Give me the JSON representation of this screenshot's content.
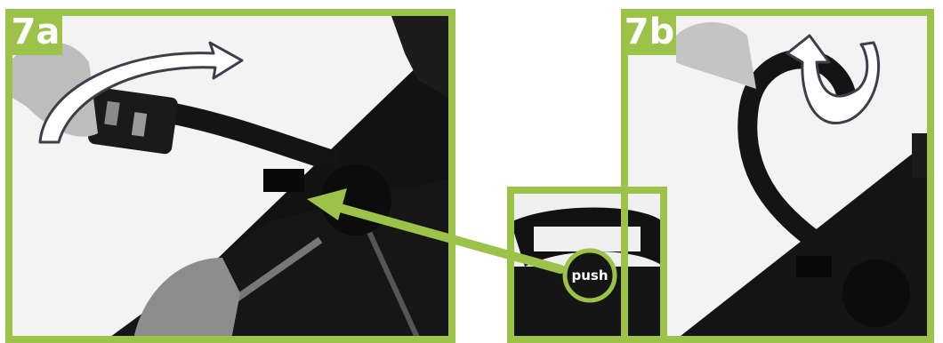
{
  "panels": [
    {
      "id": "7a",
      "label": "7a"
    },
    {
      "id": "7b",
      "label": "7b"
    }
  ],
  "inset": {
    "callout": "push"
  },
  "colors": {
    "frame_green": "#9cc24a",
    "arrow_green": "#9cc24a",
    "stroller_black": "#141414",
    "background": "#f4f4f4"
  }
}
